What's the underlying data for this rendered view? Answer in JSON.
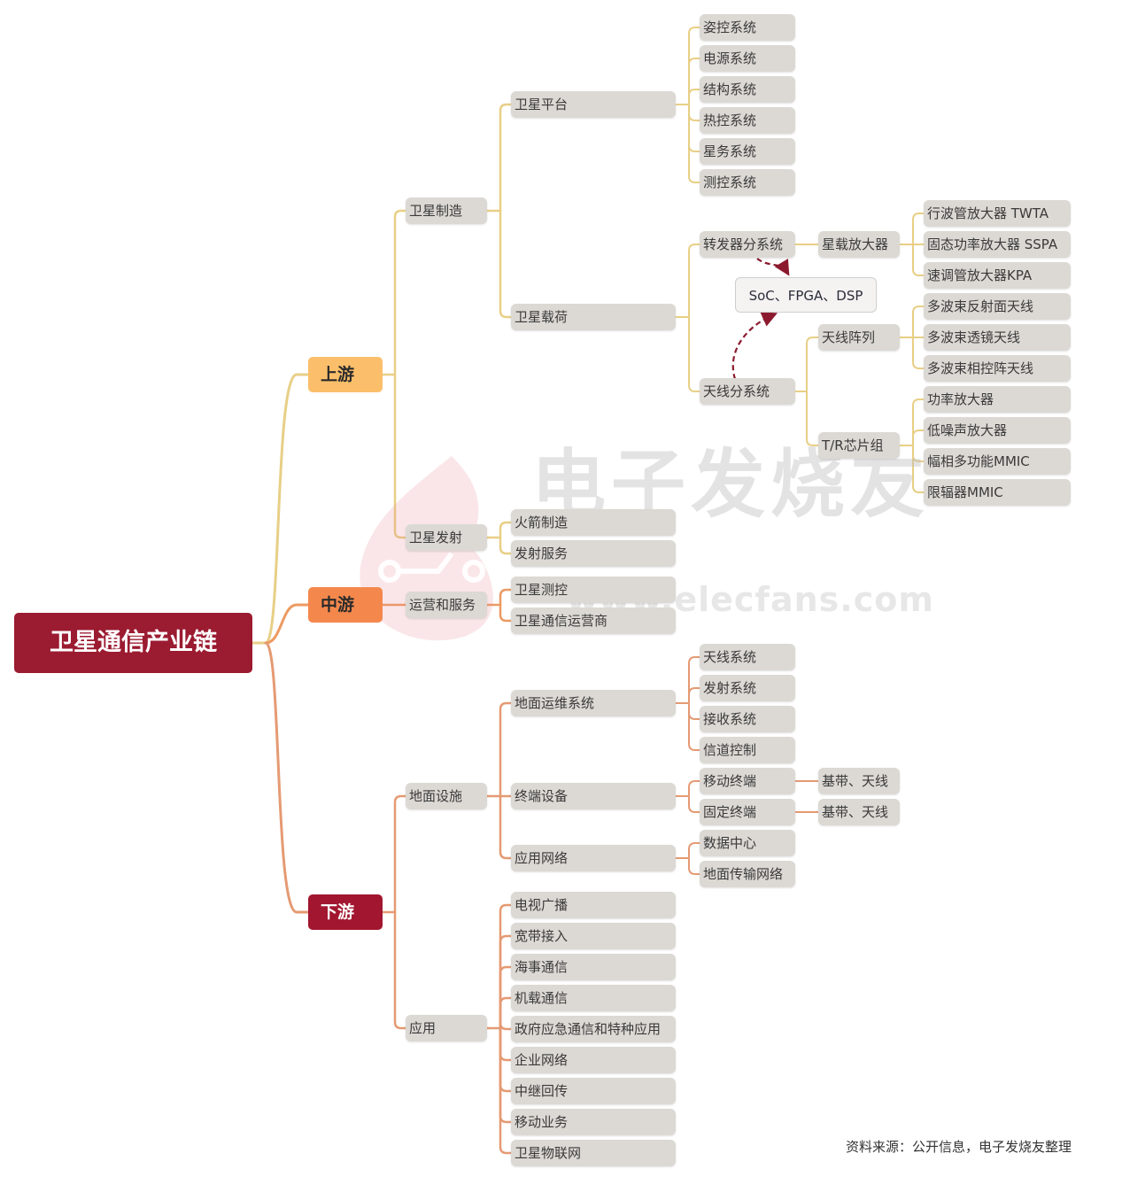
{
  "root": {
    "label": "卫星通信产业链"
  },
  "stages": {
    "upstream": "上游",
    "midstream": "中游",
    "downstream": "下游"
  },
  "upstream": {
    "satellite_manufacturing": "卫星制造",
    "satellite_platform": "卫星平台",
    "platform_items": [
      "姿控系统",
      "电源系统",
      "结构系统",
      "热控系统",
      "星务系统",
      "测控系统"
    ],
    "satellite_payload": "卫星载荷",
    "transponder": "转发器分系统",
    "onboard_amplifier": "星载放大器",
    "amplifier_items": [
      "行波管放大器 TWTA",
      "固态功率放大器 SSPA",
      "速调管放大器KPA"
    ],
    "chips_note": "SoC、FPGA、DSP",
    "antenna_subsystem": "天线分系统",
    "antenna_array": "天线阵列",
    "antenna_array_items": [
      "多波束反射面天线",
      "多波束透镜天线",
      "多波束相控阵天线"
    ],
    "tr_chip": "T/R芯片组",
    "tr_chip_items": [
      "功率放大器",
      "低噪声放大器",
      "幅相多功能MMIC",
      "限辐器MMIC"
    ],
    "satellite_launch": "卫星发射",
    "launch_items": [
      "火箭制造",
      "发射服务"
    ]
  },
  "midstream": {
    "operation": "运营和服务",
    "operation_items": [
      "卫星测控",
      "卫星通信运营商"
    ]
  },
  "downstream": {
    "ground_facilities": "地面设施",
    "ground_ops": "地面运维系统",
    "ground_ops_items": [
      "天线系统",
      "发射系统",
      "接收系统",
      "信道控制"
    ],
    "terminal": "终端设备",
    "mobile_terminal": "移动终端",
    "fixed_terminal": "固定终端",
    "baseband_mobile": "基带、天线",
    "baseband_fixed": "基带、天线",
    "app_network": "应用网络",
    "app_network_items": [
      "数据中心",
      "地面传输网络"
    ],
    "application": "应用",
    "application_items": [
      "电视广播",
      "宽带接入",
      "海事通信",
      "机载通信",
      "政府应急通信和特种应用",
      "企业网络",
      "中继回传",
      "移动业务",
      "卫星物联网"
    ]
  },
  "watermark": {
    "text": "电子发烧友",
    "url": "www.elecfans.com"
  },
  "source": "资料来源：公开信息，电子发烧友整理",
  "colors": {
    "root": "#9b1b30",
    "upstream_stage": "#fbbf6b",
    "midstream_stage": "#f4884c",
    "downstream_stage": "#a2162f",
    "upstream_line": "#e8cf86",
    "midstream_line": "#ec9a62",
    "downstream_line": "#e59a73",
    "node_bg": "#dcd9d4",
    "arrow": "#8c1a2e"
  }
}
